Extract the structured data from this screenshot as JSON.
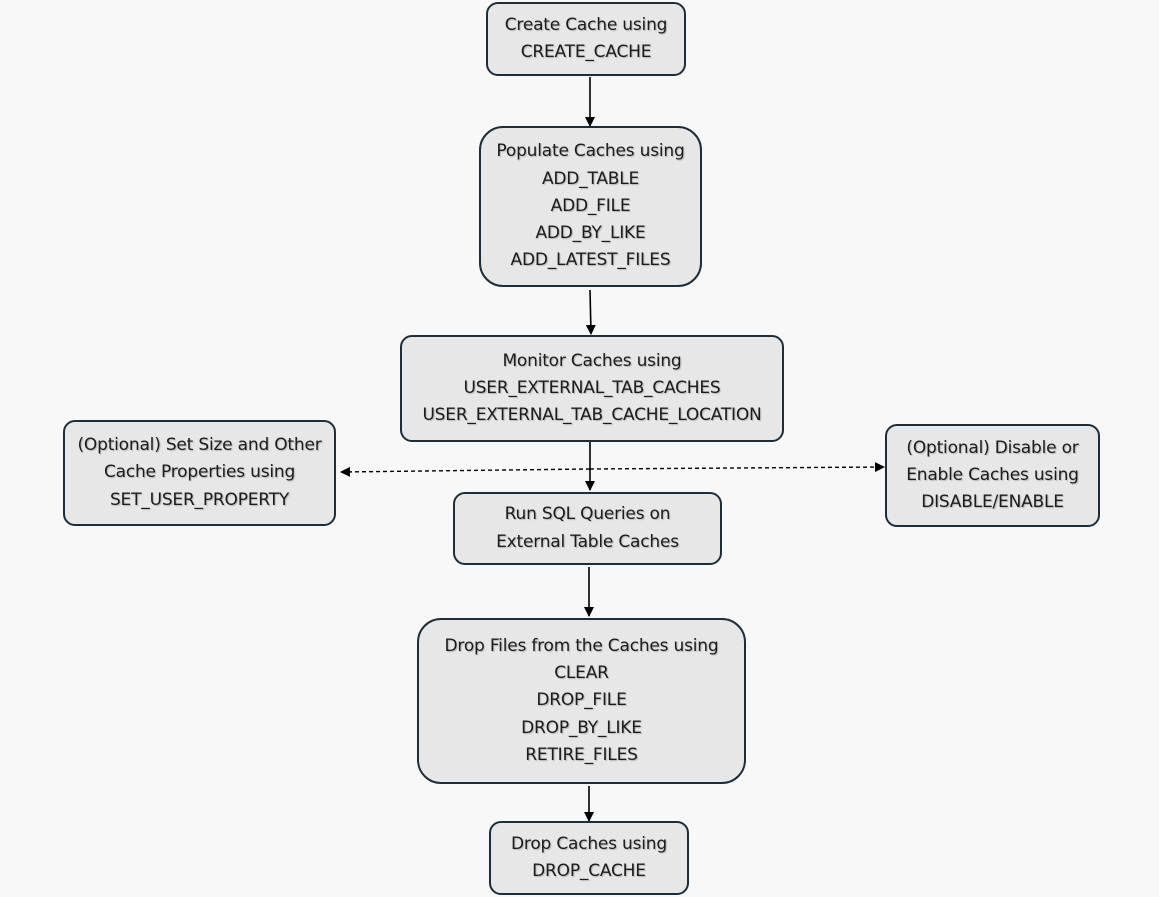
{
  "colors": {
    "background": "#f8f8f8",
    "node_fill": "#e7e7e7",
    "node_border": "#1d2e3a",
    "text": "#1c1c1c",
    "arrow": "#000000"
  },
  "nodes": {
    "create_cache": {
      "lines": [
        "Create Cache using",
        "CREATE_CACHE"
      ]
    },
    "populate_caches": {
      "lines": [
        "Populate Caches using",
        "ADD_TABLE",
        "ADD_FILE",
        "ADD_BY_LIKE",
        "ADD_LATEST_FILES"
      ]
    },
    "monitor_caches": {
      "lines": [
        "Monitor Caches using",
        "USER_EXTERNAL_TAB_CACHES",
        "USER_EXTERNAL_TAB_CACHE_LOCATION"
      ]
    },
    "set_size": {
      "lines": [
        "(Optional) Set Size and Other",
        "Cache Properties using",
        "SET_USER_PROPERTY"
      ]
    },
    "disable_enable": {
      "lines": [
        "(Optional) Disable or",
        "Enable Caches using",
        "DISABLE/ENABLE"
      ]
    },
    "run_queries": {
      "lines": [
        "Run SQL Queries on",
        "External Table Caches"
      ]
    },
    "drop_files": {
      "lines": [
        "Drop Files from the Caches using",
        "CLEAR",
        "DROP_FILE",
        "DROP_BY_LIKE",
        "RETIRE_FILES"
      ]
    },
    "drop_caches": {
      "lines": [
        "Drop Caches using",
        "DROP_CACHE"
      ]
    }
  },
  "edges": [
    {
      "from": "create_cache",
      "to": "populate_caches",
      "style": "solid"
    },
    {
      "from": "populate_caches",
      "to": "monitor_caches",
      "style": "solid"
    },
    {
      "from": "monitor_caches",
      "to": "run_queries",
      "style": "solid"
    },
    {
      "from": "monitor_caches",
      "to": "set_size",
      "style": "dashed"
    },
    {
      "from": "monitor_caches",
      "to": "disable_enable",
      "style": "dashed"
    },
    {
      "from": "run_queries",
      "to": "drop_files",
      "style": "solid"
    },
    {
      "from": "drop_files",
      "to": "drop_caches",
      "style": "solid"
    }
  ]
}
